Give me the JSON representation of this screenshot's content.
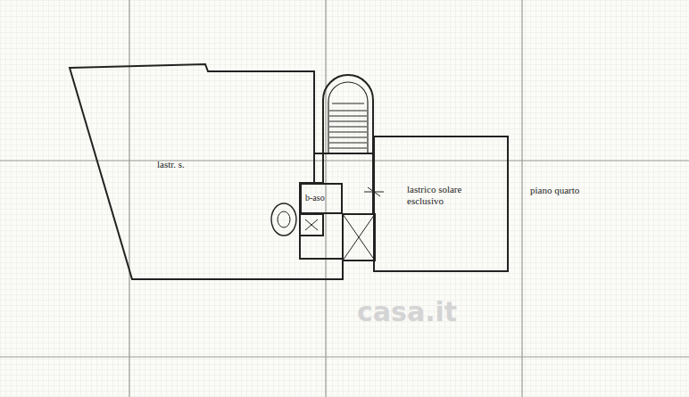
{
  "diagram": {
    "nodes": [
      {
        "text": [
          "lastr. s."
        ]
      },
      {
        "text": [
          "b-aso"
        ]
      },
      {
        "text": [
          "lastrico solare esclusivo"
        ]
      }
    ],
    "labels": [
      "piano quarto",
      "casa.it"
    ]
  }
}
